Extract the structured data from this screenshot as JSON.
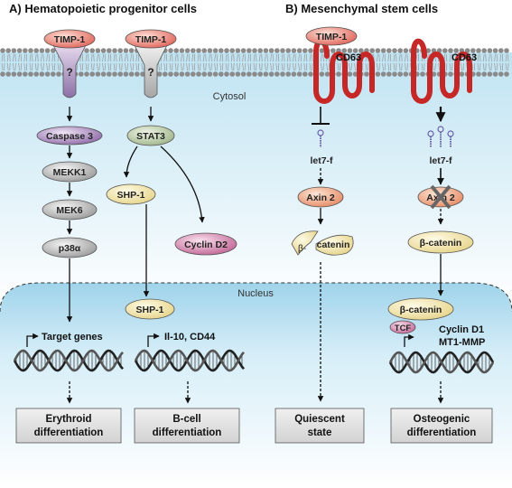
{
  "panel_a": {
    "title": "A) Hematopoietic progenitor cells"
  },
  "panel_b": {
    "title": "B) Mesenchymal stem cells"
  },
  "compartments": {
    "cytosol": "Cytosol",
    "nucleus": "Nucleus"
  },
  "receptors": {
    "timp1": "TIMP-1",
    "unknown": "?",
    "cd63": "CD63"
  },
  "col1": {
    "caspase3": "Caspase 3",
    "mekk1": "MEKK1",
    "mek6": "MEK6",
    "p38": "p38α",
    "genes": "Target genes",
    "outcome_line1": "Erythroid",
    "outcome_line2": "differentiation"
  },
  "col2": {
    "stat3": "STAT3",
    "shp1": "SHP-1",
    "cyclin_d2": "Cyclin D2",
    "shp1_nuc": "SHP-1",
    "genes": "Il-10, CD44",
    "outcome_line1": "B-cell",
    "outcome_line2": "differentiation"
  },
  "col3": {
    "mirna": "let7-f",
    "axin2": "Axin 2",
    "catenin_beta": "β-",
    "catenin": "catenin",
    "outcome_line1": "Quiescent",
    "outcome_line2": "state"
  },
  "col4": {
    "mirna": "let7-f",
    "axin2": "Axin 2",
    "catenin": "β-catenin",
    "catenin_nuc": "β-catenin",
    "tcf": "TCF",
    "genes_line1": "Cyclin D1",
    "genes_line2": "MT1-MMP",
    "outcome_line1": "Osteogenic",
    "outcome_line2": "differentiation"
  }
}
